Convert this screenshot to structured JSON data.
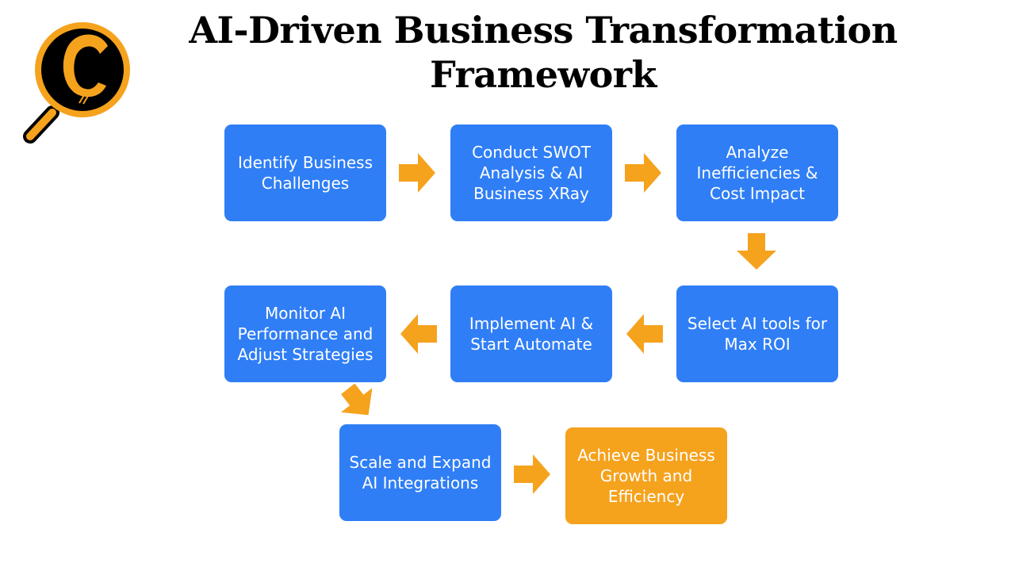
{
  "title": {
    "line1": "AI-Driven Business Transformation",
    "line2": "Framework"
  },
  "colors": {
    "step_blue": "#2f7ef6",
    "final_orange": "#f5a21d",
    "arrow_orange": "#f5a21d",
    "logo_orange": "#f5a21d",
    "logo_dark": "#000000"
  },
  "logo": {
    "icon": "magnifier-c-logo"
  },
  "steps": [
    {
      "id": 1,
      "label": "Identify Business Challenges"
    },
    {
      "id": 2,
      "label": "Conduct SWOT Analysis & AI Business XRay"
    },
    {
      "id": 3,
      "label": "Analyze Inefficiencies & Cost Impact"
    },
    {
      "id": 4,
      "label": "Select AI tools for Max ROI"
    },
    {
      "id": 5,
      "label": "Implement AI & Start Automate"
    },
    {
      "id": 6,
      "label": "Monitor AI Performance and Adjust Strategies"
    },
    {
      "id": 7,
      "label": "Scale and Expand AI Integrations"
    },
    {
      "id": 8,
      "label": "Achieve Business Growth and Efficiency"
    }
  ],
  "connectors": [
    {
      "from": 1,
      "to": 2,
      "direction": "right"
    },
    {
      "from": 2,
      "to": 3,
      "direction": "right"
    },
    {
      "from": 3,
      "to": 4,
      "direction": "down"
    },
    {
      "from": 4,
      "to": 5,
      "direction": "left"
    },
    {
      "from": 5,
      "to": 6,
      "direction": "left"
    },
    {
      "from": 6,
      "to": 7,
      "direction": "down-right"
    },
    {
      "from": 7,
      "to": 8,
      "direction": "right"
    }
  ]
}
